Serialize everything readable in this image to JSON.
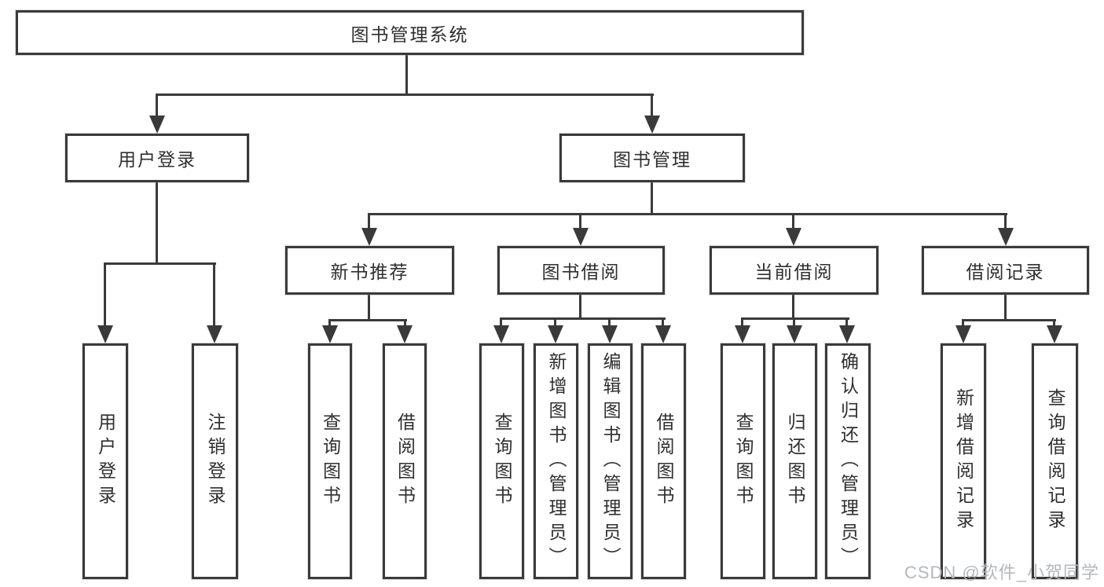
{
  "colors": {
    "line": "#3a3a3a",
    "text": "#2f2f2f",
    "background": "#ffffff",
    "watermark": "#b4b8bc"
  },
  "diagram": {
    "root": {
      "label": "图书管理系统"
    },
    "level2": [
      {
        "label": "用户登录",
        "children": [
          {
            "label": "用户登录"
          },
          {
            "label": "注销登录"
          }
        ]
      },
      {
        "label": "图书管理",
        "children": [
          {
            "label": "新书推荐",
            "children": [
              {
                "label": "查询图书"
              },
              {
                "label": "借阅图书"
              }
            ]
          },
          {
            "label": "图书借阅",
            "children": [
              {
                "label": "查询图书"
              },
              {
                "label": "新增图书（管理员）"
              },
              {
                "label": "编辑图书（管理员）"
              },
              {
                "label": "借阅图书"
              }
            ]
          },
          {
            "label": "当前借阅",
            "children": [
              {
                "label": "查询图书"
              },
              {
                "label": "归还图书"
              },
              {
                "label": "确认归还（管理员）"
              }
            ]
          },
          {
            "label": "借阅记录",
            "children": [
              {
                "label": "新增借阅记录"
              },
              {
                "label": "查询借阅记录"
              }
            ]
          }
        ]
      }
    ]
  },
  "watermark": {
    "text": "CSDN @软件_小贺同学"
  }
}
